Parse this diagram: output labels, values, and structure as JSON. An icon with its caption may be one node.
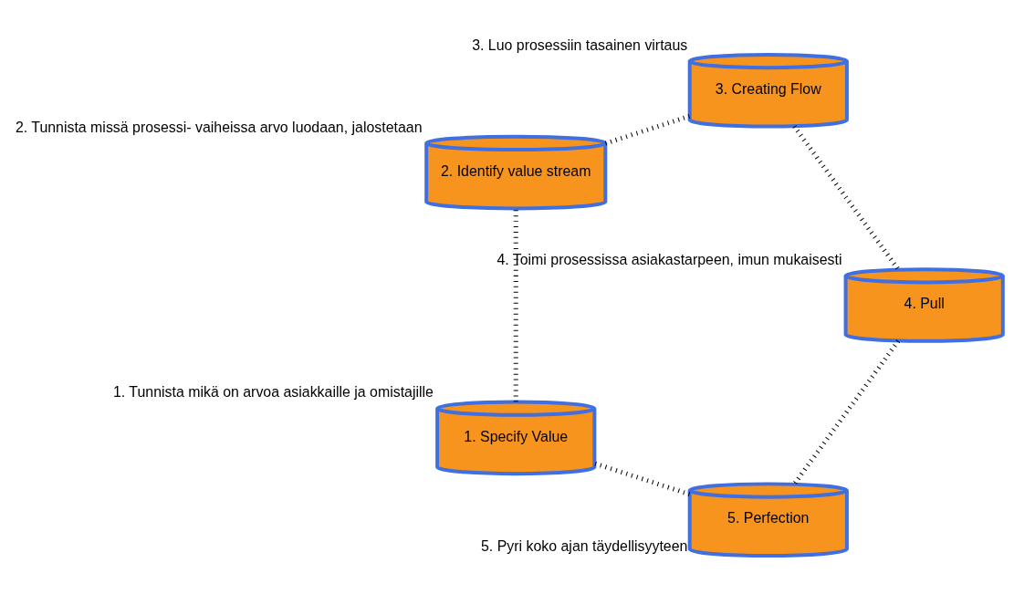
{
  "diagram": {
    "nodes": [
      {
        "text": [
          "5. Perfection"
        ],
        "beside": [
          "5. Pyri koko ajan täydellisyyteen"
        ]
      },
      {
        "text": [
          "4. Pull"
        ],
        "beside": [
          "4. Toimi prosessissa asiakastarpeen, imun mukaisesti"
        ]
      },
      {
        "text": [
          "1. Specify Value"
        ],
        "beside": [
          "1. Tunnista mikä on arvoa asiakkaille ja omistajille"
        ]
      },
      {
        "text": [
          "3. Creating Flow"
        ],
        "beside": [
          "3. Luo prosessiin tasainen virtaus"
        ]
      },
      {
        "text": [
          "2. Identify value stream"
        ],
        "beside": [
          "2. Tunnista missä prosessi- vaiheissa arvo luodaan, jalostetaan"
        ]
      }
    ],
    "edges": [
      {
        "from": 0,
        "to": 2,
        "arrow": "none",
        "style": "dashed"
      },
      {
        "from": 2,
        "to": 4,
        "arrow": "none",
        "style": "dashed"
      },
      {
        "from": 4,
        "to": 3,
        "arrow": "none",
        "style": "dashed"
      },
      {
        "from": 3,
        "to": 1,
        "arrow": "none",
        "style": "dashed"
      },
      {
        "from": 1,
        "to": 0,
        "arrow": "none",
        "style": "dashed"
      }
    ]
  }
}
